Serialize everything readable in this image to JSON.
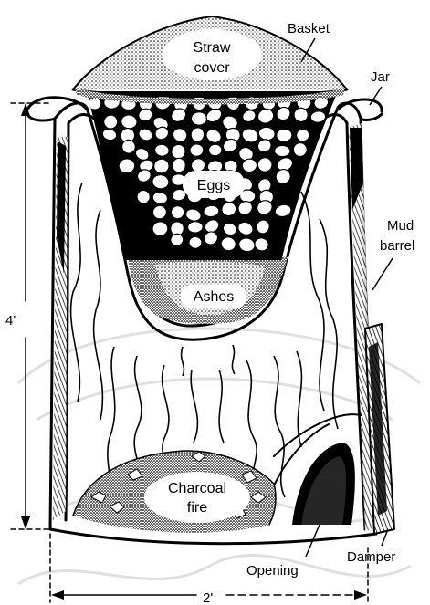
{
  "labels": {
    "basket": "Basket",
    "straw_cover_line1": "Straw",
    "straw_cover_line2": "cover",
    "jar": "Jar",
    "eggs": "Eggs",
    "mud_barrel_line1": "Mud",
    "mud_barrel_line2": "barrel",
    "ashes": "Ashes",
    "charcoal_fire_line1": "Charcoal",
    "charcoal_fire_line2": "fire",
    "opening": "Opening",
    "damper": "Damper"
  },
  "dimensions": {
    "height": "4'",
    "width": "2'"
  }
}
